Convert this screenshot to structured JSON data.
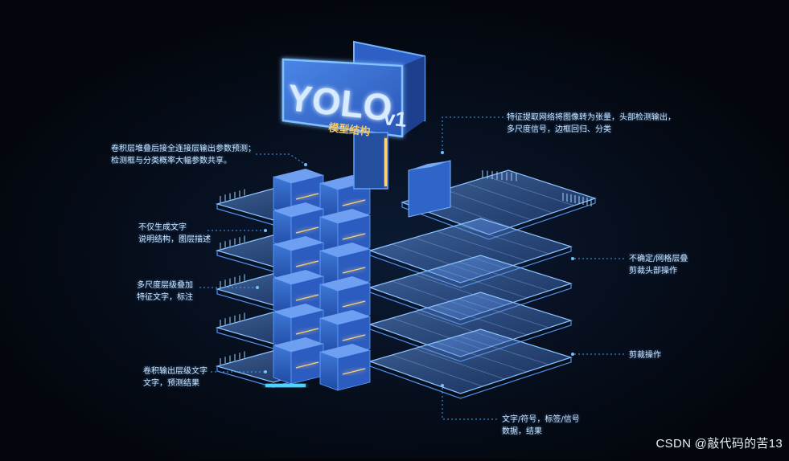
{
  "sign": {
    "title": "YOLO",
    "version": "v1",
    "subtitle": "模型结构"
  },
  "callouts": [
    {
      "id": "callout-top-left",
      "lines": [
        "卷积层堆叠后接全连接层输出参数预测；",
        "检测框与分类概率大幅参数共享。"
      ]
    },
    {
      "id": "callout-top-right",
      "lines": [
        "特征提取网络将图像转为张量，头部检测输出，",
        "多尺度信号，边框回归、分类"
      ]
    },
    {
      "id": "callout-left-2",
      "lines": [
        "不仅生成文字",
        "说明结构，图层描述"
      ]
    },
    {
      "id": "callout-left-3",
      "lines": [
        "多尺度层级叠加",
        "特征文字，标注"
      ]
    },
    {
      "id": "callout-right-2",
      "lines": [
        "不确定/网格层叠",
        "剪裁头部操作"
      ]
    },
    {
      "id": "callout-right-3",
      "lines": [
        "剪裁操作"
      ]
    },
    {
      "id": "callout-left-4",
      "lines": [
        "卷积输出层级文字",
        "文字，预测结果"
      ]
    },
    {
      "id": "callout-bottom",
      "lines": [
        "文字/符号，标签/信号",
        "数据，结果"
      ]
    }
  ],
  "watermark": "CSDN @敲代码的苦13",
  "colors": {
    "background": "#03060c",
    "accent": "#3f86ff",
    "glow": "#5fb6ff",
    "sign_text": "#d9ecff",
    "sign_sub": "#f2c86a",
    "leader": "#3aa6ff"
  }
}
